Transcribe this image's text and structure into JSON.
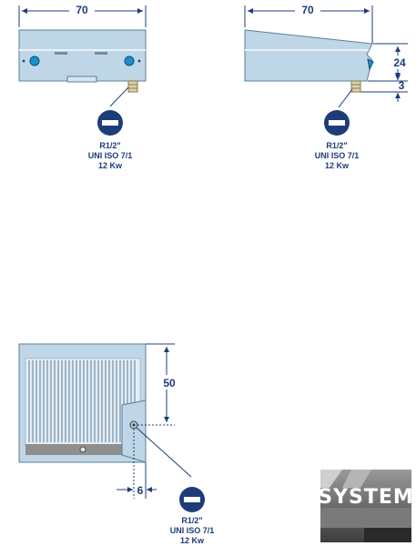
{
  "front_view": {
    "width_dim": "70",
    "conn_label_1": "R1/2\"",
    "conn_label_2": "UNI ISO 7/1",
    "conn_label_3": "12 Kw"
  },
  "side_view": {
    "width_dim": "70",
    "height_dim": "24",
    "foot_dim": "3",
    "conn_label_1": "R1/2\"",
    "conn_label_2": "UNI ISO 7/1",
    "conn_label_3": "12 Kw"
  },
  "top_view": {
    "depth_dim": "50",
    "offset_dim": "6",
    "conn_label_1": "R1/2\"",
    "conn_label_2": "UNI ISO 7/1",
    "conn_label_3": "12 Kw"
  },
  "logo": {
    "text": "SYSTEM"
  },
  "colors": {
    "line": "#1d3c7a",
    "body": "#bfd6e6",
    "accent": "#1a8fc9"
  }
}
